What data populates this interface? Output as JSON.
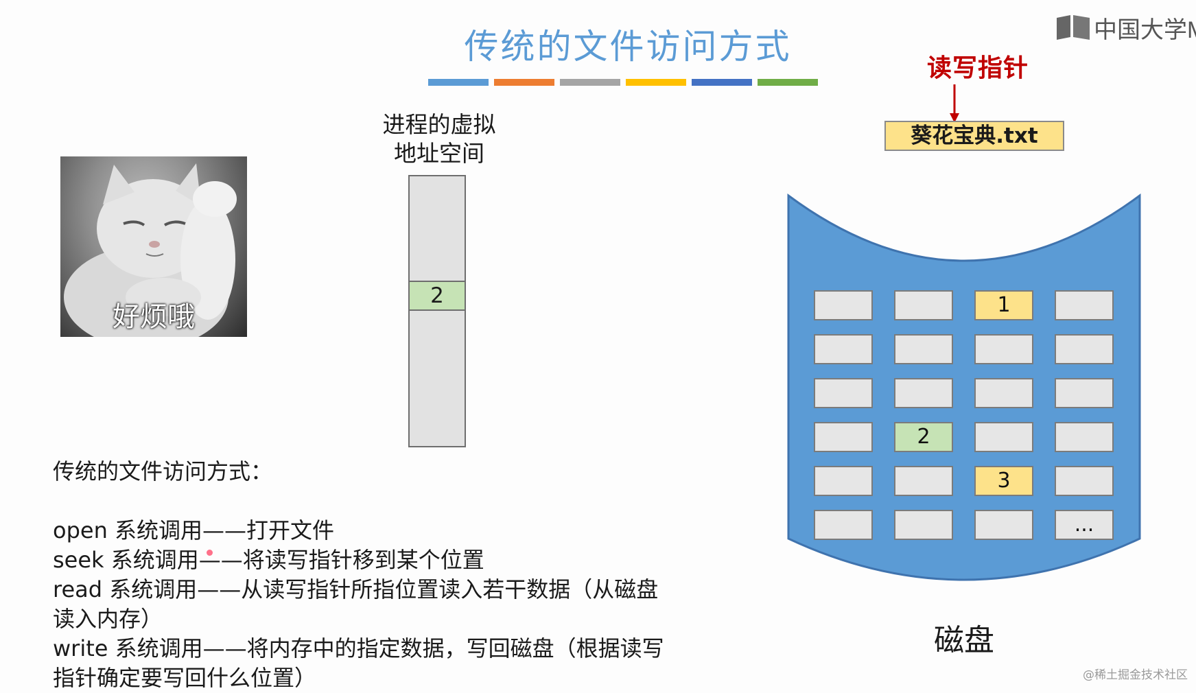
{
  "slide": {
    "title": "传统的文件访问方式",
    "title_bar_colors": [
      "#5b9bd5",
      "#ed7d31",
      "#a5a5a5",
      "#ffc000",
      "#4472c4",
      "#70ad47"
    ]
  },
  "logo": {
    "label": "中国大学M"
  },
  "meme": {
    "caption": "好烦哦"
  },
  "virtual_address_space": {
    "label_line1": "进程的虚拟",
    "label_line2": "地址空间",
    "cell_value": "2"
  },
  "rw_pointer": {
    "label": "读写指针"
  },
  "file": {
    "name": "葵花宝典.txt"
  },
  "disk": {
    "label": "磁盘",
    "fill_color": "#5b9bd5",
    "blocks": [
      [
        "",
        "",
        "1",
        ""
      ],
      [
        "",
        "",
        "",
        ""
      ],
      [
        "",
        "",
        "",
        ""
      ],
      [
        "",
        "2",
        "",
        ""
      ],
      [
        "",
        "",
        "3",
        ""
      ],
      [
        "",
        "",
        "",
        "..."
      ]
    ]
  },
  "text": {
    "heading": "传统的文件访问方式：",
    "open_line": "open 系统调用——打开文件",
    "seek_line": "seek 系统调用——将读写指针移到某个位置",
    "read_line1": "read 系统调用——从读写指针所指位置读入若干数据（从磁盘",
    "read_line2": "读入内存）",
    "write_line1": "write 系统调用——将内存中的指定数据，写回磁盘（根据读写",
    "write_line2": "指针确定要写回什么位置）"
  },
  "watermark": "@稀土掘金技术社区"
}
